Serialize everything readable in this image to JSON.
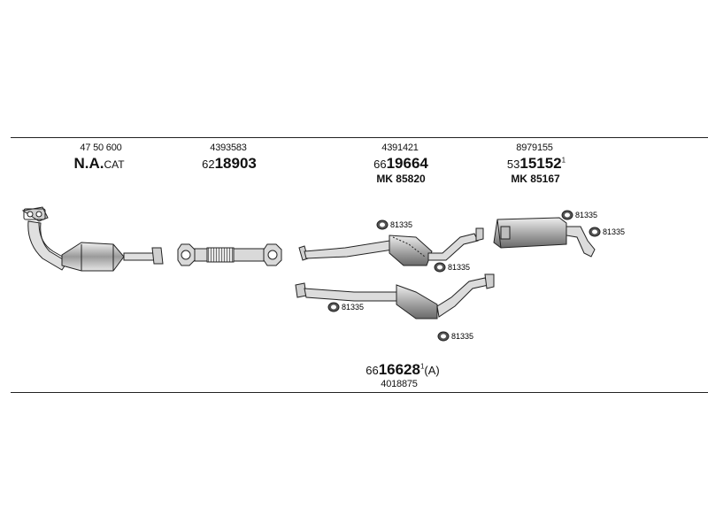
{
  "columns": [
    {
      "part": "47 50 600",
      "ref_main": "N.A.",
      "ref_suffix": "CAT"
    },
    {
      "part": "4393583",
      "ref_prefix": "62",
      "ref_main": "18903"
    },
    {
      "part": "4391421",
      "ref_prefix": "66",
      "ref_main": "19664",
      "mk": "MK  85820"
    },
    {
      "part": "8979155",
      "ref_prefix": "53",
      "ref_main": "15152",
      "ref_sup": "1",
      "mk": "MK  85167"
    }
  ],
  "clamp_code": "81335",
  "bottom": {
    "ref_prefix": "66",
    "ref_main": "16628",
    "ref_sup": "1",
    "ref_tail": "(A)",
    "part": "4018875"
  },
  "colors": {
    "line": "#222222",
    "fill_light": "#d9d9d9",
    "fill_mid": "#a8a8a8",
    "fill_dark": "#6e6e6e"
  }
}
